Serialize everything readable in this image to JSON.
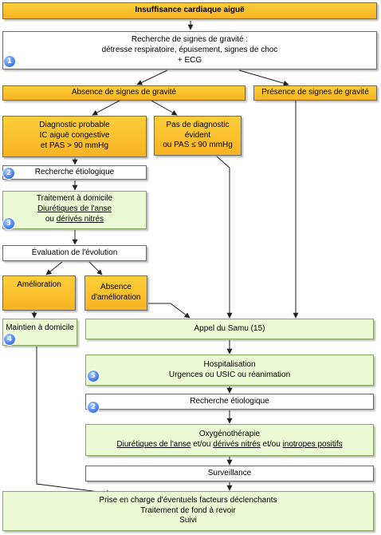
{
  "title": "Insuffisance cardiaque aiguë",
  "gravite_search": [
    "Recherche de signes de gravité :",
    "détresse respiratoire, épuisement, signes de choc",
    "+ ECG"
  ],
  "absence_gravite": "Absence de signes de gravité",
  "presence_gravite": "Présence de signes de gravité",
  "diag_probable": [
    "Diagnostic probable",
    "IC aiguë congestive",
    "et PAS > 90 mmHg"
  ],
  "pas_diag": [
    "Pas de diagnostic",
    "évident",
    "ou PAS ≤ 90 mmHg"
  ],
  "recherche_etio_1": "Recherche étiologique",
  "traitement_domicile": {
    "line1": "Traitement à domicile",
    "line2": "Diurétiques de l'anse",
    "line3_pre": "ou ",
    "line3_link": "dérivés nitrés"
  },
  "evaluation": "Évaluation de l'évolution",
  "amelioration": "Amélioration",
  "absence_amelioration": [
    "Absence",
    "d'amélioration"
  ],
  "maintien": "Maintien à domicile",
  "appel_samu": "Appel du Samu (15)",
  "hospitalisation": [
    "Hospitalisation",
    "Urgences ou USIC ou réanimation"
  ],
  "recherche_etio_2": "Recherche étiologique",
  "oxygeno": {
    "line1": "Oxygénothérapie",
    "t1": "Diurétiques de l'anse",
    "t2": " et/ou ",
    "t3": "dérivés nitrés",
    "t4": " et/ou ",
    "t5": "inotropes positifs"
  },
  "surveillance": "Surveillance",
  "prise_en_charge": [
    "Prise en charge d'éventuels facteurs déclenchants",
    "Traitement de fond à revoir",
    "Suivi"
  ],
  "badges": [
    "1",
    "2",
    "3",
    "4",
    "5",
    "2"
  ],
  "colors": {
    "orange": "#f8b323",
    "green": "#ebf9d4",
    "badge": "#3b78e7"
  }
}
